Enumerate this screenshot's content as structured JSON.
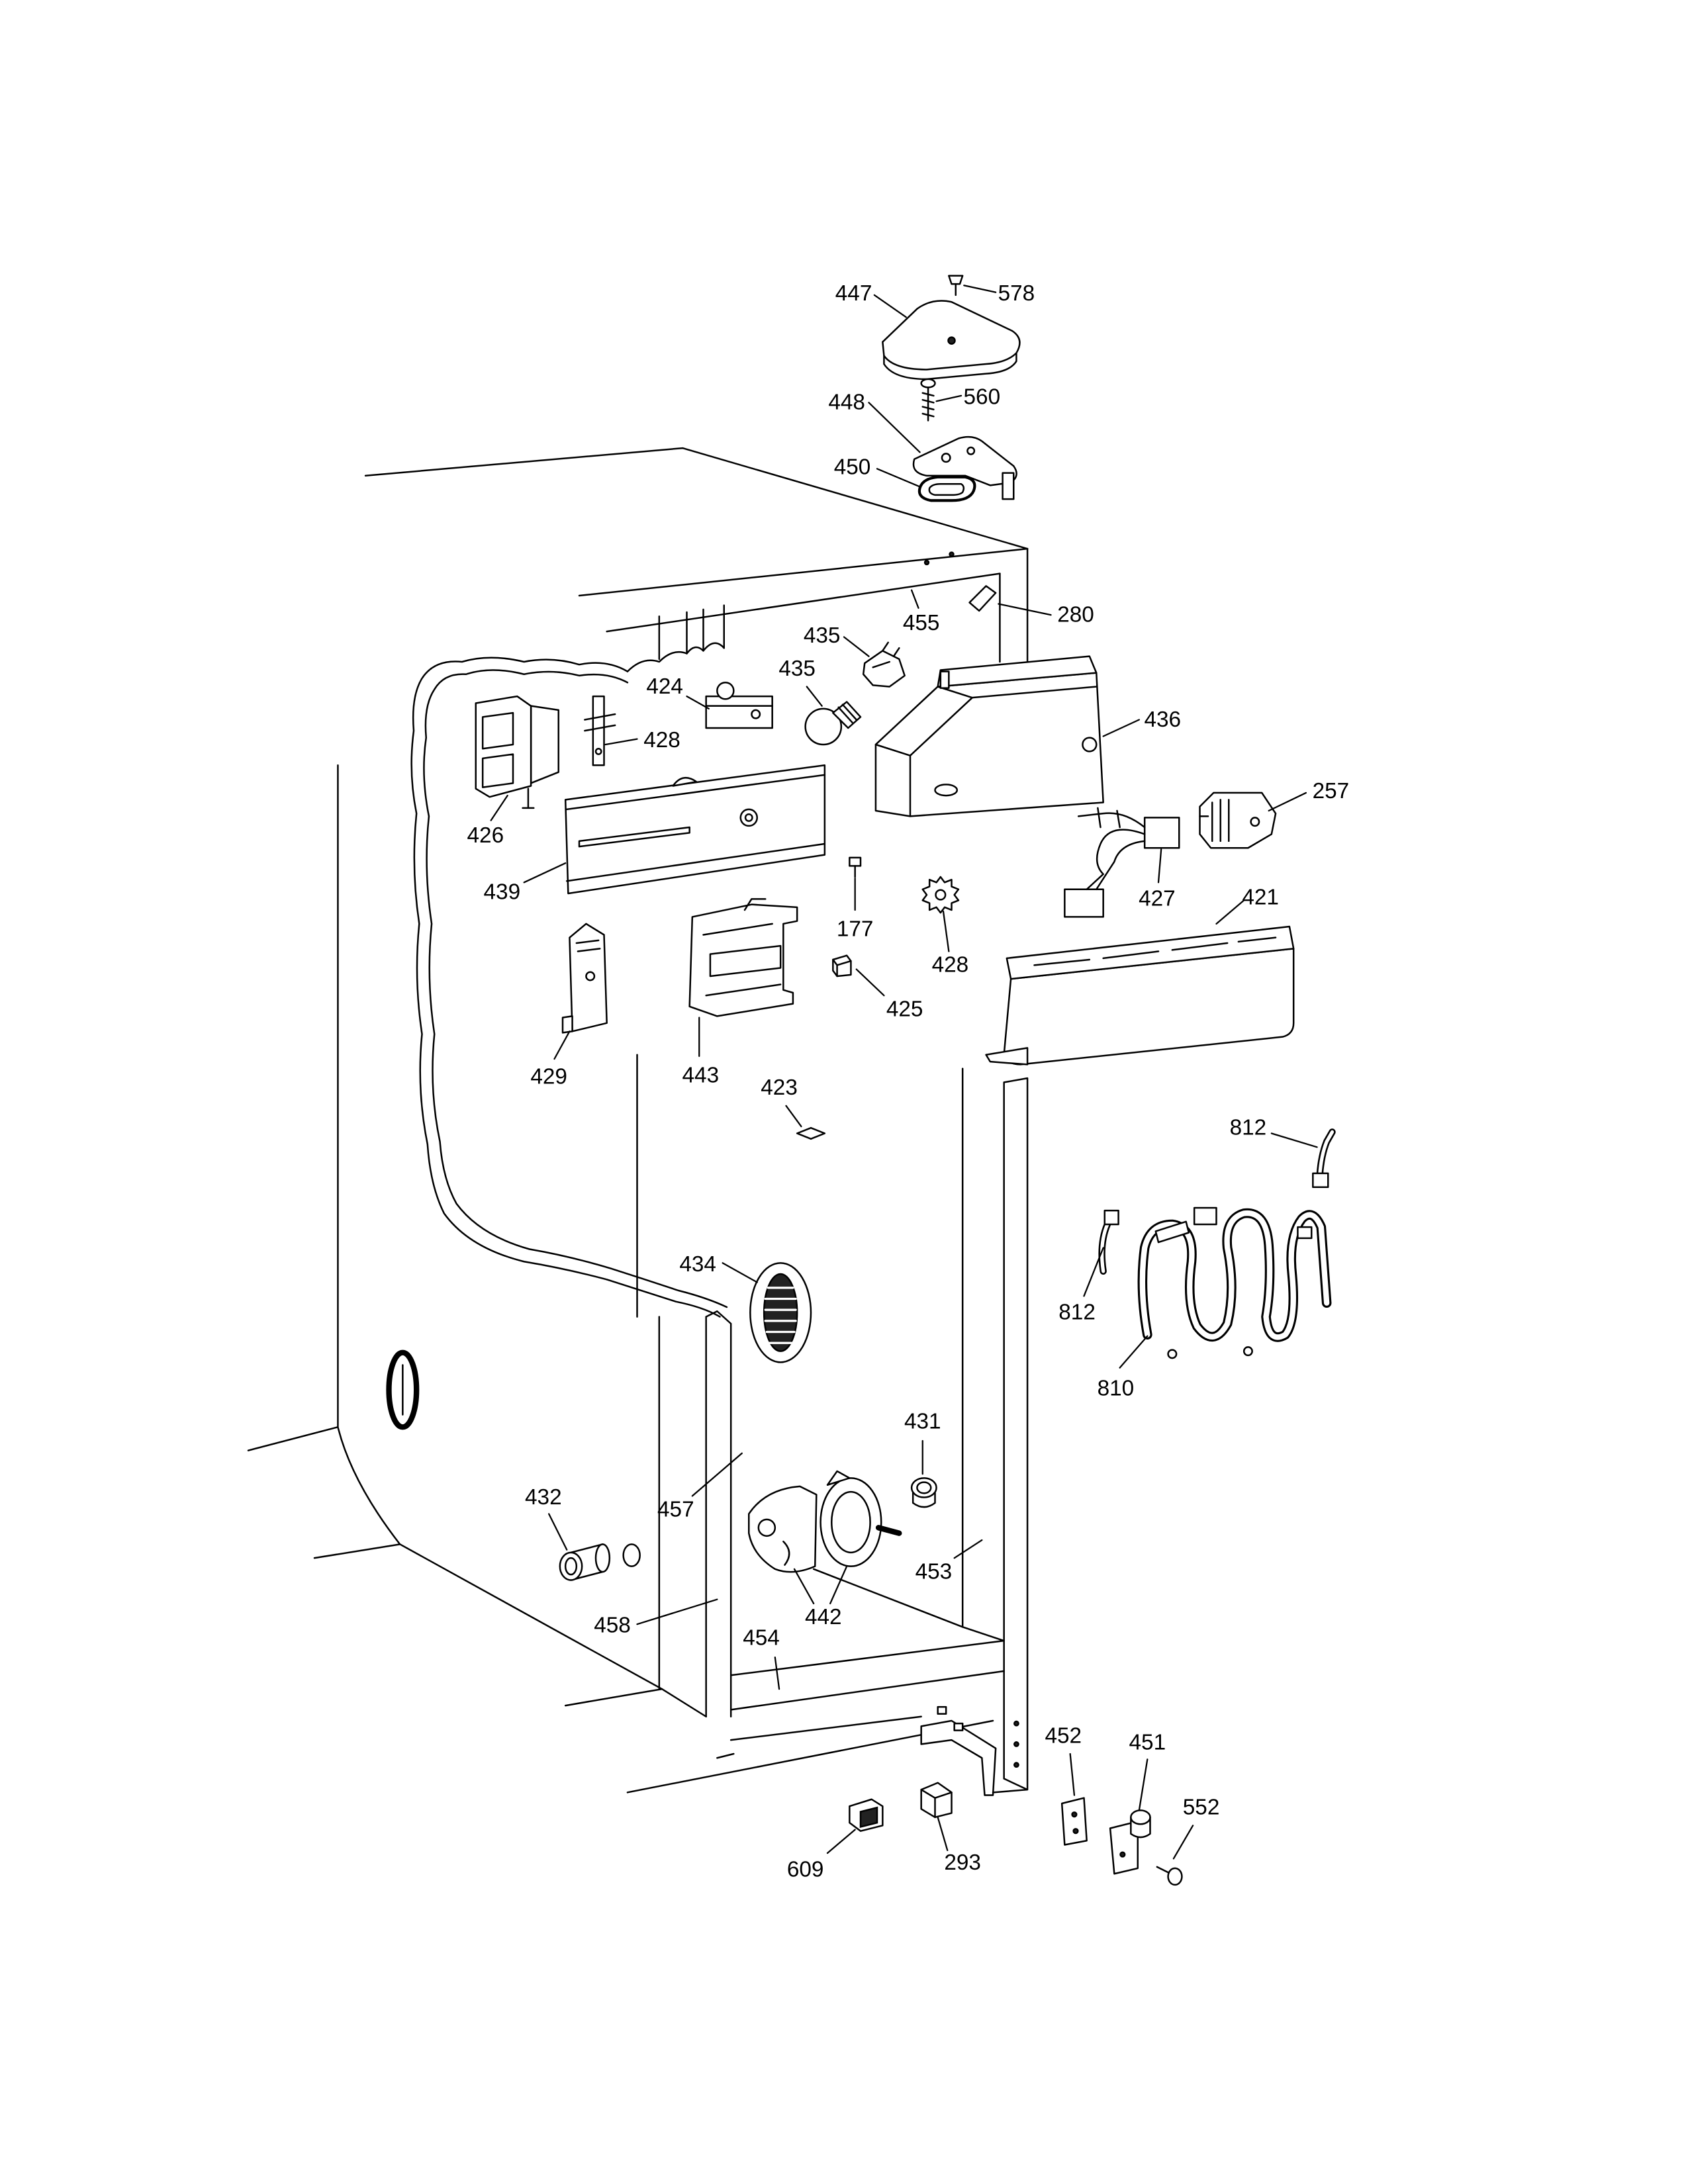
{
  "colors": {
    "ink": "#000000",
    "paper": "#ffffff"
  },
  "diagram": {
    "callouts": [
      "447",
      "578",
      "448",
      "560",
      "450",
      "280",
      "455",
      "435",
      "435",
      "424",
      "428",
      "436",
      "257",
      "426",
      "439",
      "177",
      "427",
      "421",
      "428",
      "425",
      "429",
      "443",
      "423",
      "812",
      "434",
      "812",
      "810",
      "431",
      "432",
      "457",
      "453",
      "442",
      "458",
      "454",
      "452",
      "451",
      "552",
      "293",
      "609"
    ]
  }
}
